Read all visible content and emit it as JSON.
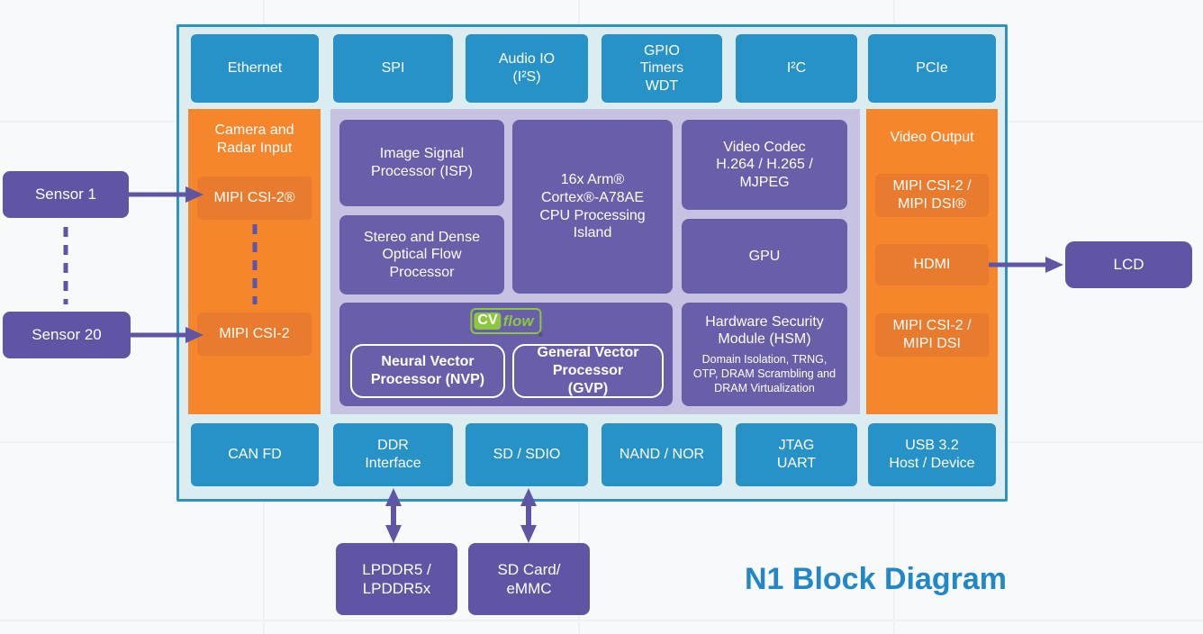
{
  "title": "N1 Block Diagram",
  "soc": {
    "top_row": [
      "Ethernet",
      "SPI",
      "Audio IO\n(I²S)",
      "GPIO\nTimers\nWDT",
      "I²C",
      "PCIe"
    ],
    "camera_input": {
      "header": "Camera and\nRadar Input",
      "port1": "MIPI CSI-2®",
      "port2": "MIPI CSI-2"
    },
    "compute": {
      "isp": "Image Signal\nProcessor (ISP)",
      "stereo": "Stereo and Dense\nOptical Flow\nProcessor",
      "cpu": "16x Arm®\nCortex®-A78AE\nCPU Processing\nIsland",
      "codec": "Video Codec\nH.264 / H.265 /\nMJPEG",
      "gpu": "GPU",
      "cvflow": {
        "cv": "CV",
        "flow": "flow",
        "reg": "®",
        "nvp": "Neural Vector\nProcessor (NVP)",
        "gvp": "General Vector\nProcessor\n(GVP)"
      },
      "hsm": {
        "title": "Hardware Security\nModule (HSM)",
        "details": "Domain Isolation, TRNG,\nOTP, DRAM Scrambling and\nDRAM Virtualization"
      }
    },
    "video_output": {
      "header": "Video Output",
      "port1": "MIPI CSI-2 /\nMIPI DSI®",
      "port2": "HDMI",
      "port3": "MIPI CSI-2 /\nMIPI DSI"
    },
    "bottom_row": [
      "CAN FD",
      "DDR\nInterface",
      "SD / SDIO",
      "NAND / NOR",
      "JTAG\nUART",
      "USB 3.2\nHost / Device"
    ]
  },
  "external": {
    "sensor1": "Sensor 1",
    "sensor20": "Sensor 20",
    "lcd": "LCD",
    "memory": "LPDDR5 /\nLPDDR5x",
    "storage": "SD Card/\neMMC"
  },
  "colors": {
    "peripheral_blue": "#2792c7",
    "panel_orange": "#f5862c",
    "port_orange": "#e97b2e",
    "panel_lavender": "#c7c2e1",
    "compute_purple": "#695ea9",
    "external_purple": "#5e55a5",
    "arrow_purple": "#5e55a5",
    "cvflow_green": "#8dc63f",
    "title_blue": "#2187c8",
    "soc_border": "#2a93c0",
    "soc_background": "#dcedf2"
  }
}
